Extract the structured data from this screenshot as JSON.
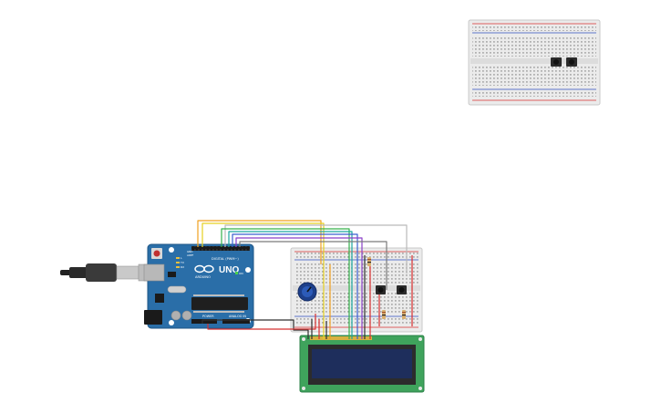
{
  "arduino": {
    "logo": "UNO",
    "brand": "ARDUINO",
    "digital_label": "DIGITAL (PWM~)",
    "power_label": "POWER",
    "analog_label": "ANALOG IN",
    "tx_label": "TX",
    "rx_label": "RX",
    "l_label": "L",
    "on_label": "ON",
    "aref_label": "AREF",
    "gnd_label": "GND"
  },
  "colors": {
    "board": "#2a6ea8",
    "lcd_pcb": "#3fa35c",
    "lcd_screen": "#1e2e5c",
    "breadboard": "#e9e9e9",
    "wire_orange": "#f0a020",
    "wire_yellow": "#e6d020",
    "wire_green": "#34b04a",
    "wire_teal": "#1aa7a0",
    "wire_blue": "#3a5fd0",
    "wire_purple": "#8a3fc8",
    "wire_red": "#d83030",
    "wire_black": "#303030",
    "wire_gray": "#9a9a9a"
  },
  "icons": {
    "usb_cable": "usb-cable-icon",
    "potentiometer": "potentiometer-icon",
    "push_button": "push-button-icon",
    "resistor": "resistor-icon"
  }
}
